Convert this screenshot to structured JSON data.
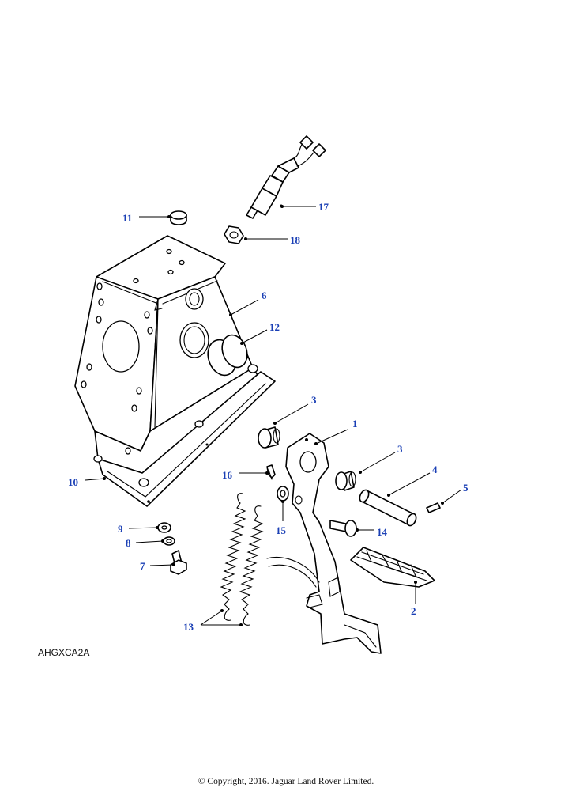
{
  "diagram": {
    "reference_code": "AHGXCA2A",
    "copyright": "© Copyright, 2016. Jaguar Land Rover Limited.",
    "callouts": {
      "c1": "1",
      "c2": "2",
      "c3a": "3",
      "c3b": "3",
      "c4": "4",
      "c5": "5",
      "c6": "6",
      "c7": "7",
      "c8": "8",
      "c9": "9",
      "c10": "10",
      "c11": "11",
      "c12": "12",
      "c13": "13",
      "c14": "14",
      "c15": "15",
      "c16": "16",
      "c17": "17",
      "c18": "18"
    },
    "label_color": "#1a3fb5"
  }
}
